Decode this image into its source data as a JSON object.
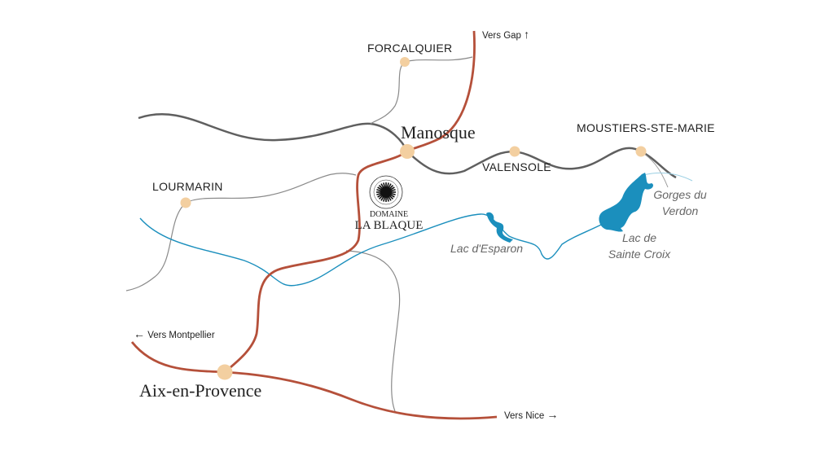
{
  "colors": {
    "main_road": "#b5503a",
    "road": "#5f5f5f",
    "minor_road": "#8a8a8a",
    "water": "#1b8fbd",
    "town_dot": "#f3cfa0"
  },
  "towns": {
    "forcalquier": "FORCALQUIER",
    "manosque": "Manosque",
    "valensole": "VALENSOLE",
    "moustiers": "MOUSTIERS-STE-MARIE",
    "lourmarin": "LOURMARIN",
    "aix": "Aix-en-Provence"
  },
  "water": {
    "gorges_line1": "Gorges du",
    "gorges_line2": "Verdon",
    "esparon": "Lac d'Esparon",
    "sainte_croix_line1": "Lac de",
    "sainte_croix_line2": "Sainte Croix"
  },
  "directions": {
    "gap": {
      "label": "Vers Gap",
      "icon": "arrow-up-icon"
    },
    "montpellier": {
      "label": "Vers Montpellier",
      "icon": "arrow-left-icon"
    },
    "nice": {
      "label": "Vers Nice",
      "icon": "arrow-right-icon"
    }
  },
  "logo": {
    "line1": "DOMAINE",
    "line2": "LA BLAQUE"
  }
}
